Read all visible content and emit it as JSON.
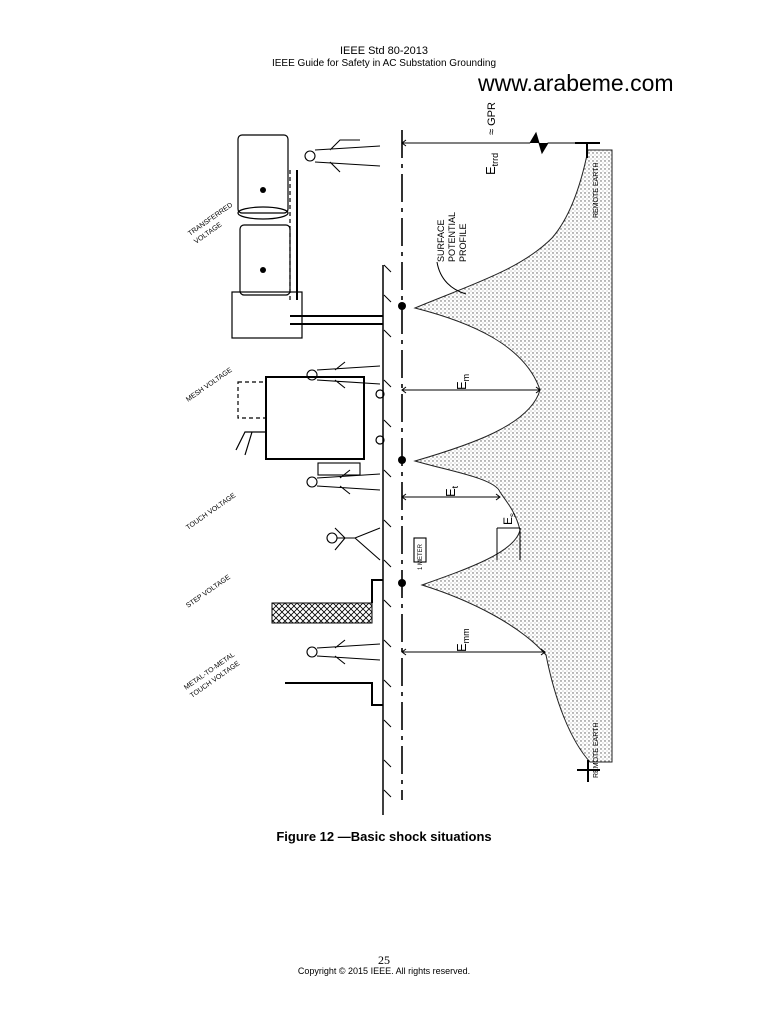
{
  "header": {
    "standard": "IEEE Std 80-2013",
    "title": "IEEE Guide for Safety in AC Substation Grounding"
  },
  "watermark": "www.arabeme.com",
  "figure": {
    "caption": "Figure 12 —Basic shock situations",
    "situations": {
      "transferred": [
        "TRANSFERRED",
        "VOLTAGE"
      ],
      "mesh": "MESH VOLTAGE",
      "touch": "TOUCH VOLTAGE",
      "step": "STEP VOLTAGE",
      "metal": [
        "METAL-TO-METAL",
        "TOUCH VOLTAGE"
      ]
    },
    "profile_label": [
      "SURFACE",
      "POTENTIAL",
      "PROFILE"
    ],
    "remote_earth": "REMOTE EARTH",
    "meter": "1 METER",
    "symbols": {
      "etrrd": "E",
      "etrrd_sub": "trrd",
      "gpr": "≈ GPR",
      "em": "E",
      "em_sub": "m",
      "et": "E",
      "et_sub": "t",
      "es": "E",
      "es_sub": "s",
      "emm": "E",
      "emm_sub": "mm"
    }
  },
  "footer": {
    "page": "25",
    "copyright": "Copyright © 2015 IEEE. All rights reserved."
  }
}
